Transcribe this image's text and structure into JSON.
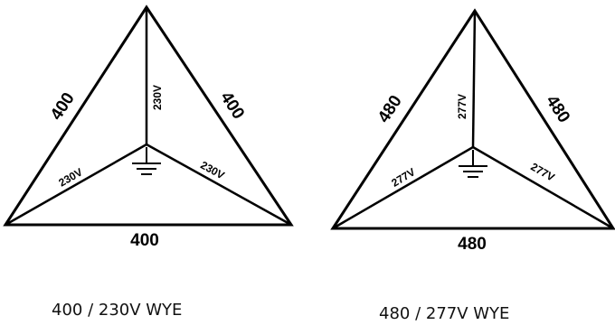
{
  "diagrams": [
    {
      "line_left": "400",
      "line_right": "400",
      "line_bottom": "400",
      "phase_top": "230V",
      "phase_left": "230V",
      "phase_right": "230V",
      "caption": "400 / 230V WYE",
      "ground_icon": "ground-icon"
    },
    {
      "line_left": "480",
      "line_right": "480",
      "line_bottom": "480",
      "phase_top": "277V",
      "phase_left": "277V",
      "phase_right": "277V",
      "caption": "480 / 277V WYE",
      "ground_icon": "ground-icon"
    }
  ],
  "colors": {
    "stroke": "#000000",
    "background": "#ffffff"
  }
}
